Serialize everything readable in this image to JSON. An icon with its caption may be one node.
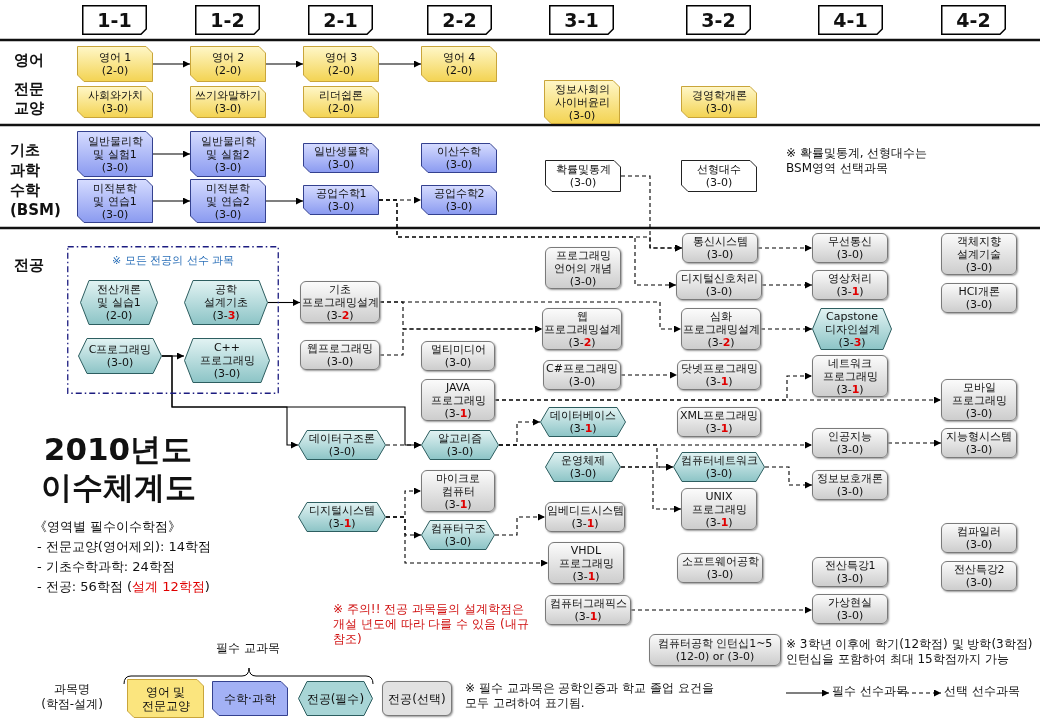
{
  "diagram": {
    "title": "2010년도 이수체계도",
    "nodes": [
      {
        "text": [
          "1-1"
        ]
      },
      {
        "text": [
          "1-2"
        ]
      },
      {
        "text": [
          "2-1"
        ]
      },
      {
        "text": [
          "2-2"
        ]
      },
      {
        "text": [
          "3-1"
        ]
      },
      {
        "text": [
          "3-2"
        ]
      },
      {
        "text": [
          "4-1"
        ]
      },
      {
        "text": [
          "4-2"
        ]
      },
      {
        "text": [
          "영어 1",
          "(2-0)"
        ]
      },
      {
        "text": [
          "영어 2",
          "(2-0)"
        ]
      },
      {
        "text": [
          "영어 3",
          "(2-0)"
        ]
      },
      {
        "text": [
          "영어 4",
          "(2-0)"
        ]
      },
      {
        "text": [
          "사회와가치",
          "(3-0)"
        ]
      },
      {
        "text": [
          "쓰기와말하기",
          "(3-0)"
        ]
      },
      {
        "text": [
          "리더쉽론",
          "(2-0)"
        ]
      },
      {
        "text": [
          "정보사회의 사이버윤리",
          "(3-0)"
        ]
      },
      {
        "text": [
          "경영학개론",
          "(3-0)"
        ]
      },
      {
        "text": [
          "일반물리학 및 실험1",
          "(3-0)"
        ]
      },
      {
        "text": [
          "일반물리학 및 실험2",
          "(3-0)"
        ]
      },
      {
        "text": [
          "일반생물학",
          "(3-0)"
        ]
      },
      {
        "text": [
          "이산수학",
          "(3-0)"
        ]
      },
      {
        "text": [
          "미적분학 및 연습1",
          "(3-0)"
        ]
      },
      {
        "text": [
          "미적분학 및 연습2",
          "(3-0)"
        ]
      },
      {
        "text": [
          "공업수학1",
          "(3-0)"
        ]
      },
      {
        "text": [
          "공업수학2",
          "(3-0)"
        ]
      },
      {
        "text": [
          "확률및통계",
          "(3-0)"
        ]
      },
      {
        "text": [
          "선형대수",
          "(3-0)"
        ]
      },
      {
        "text": [
          "※ 모든 전공의 선수 과목"
        ]
      },
      {
        "text": [
          "전산개론 및 실습1",
          "(2-0)"
        ],
        "in": 27
      },
      {
        "text": [
          "공학 설계기초",
          "(3-**3**)"
        ],
        "in": 27
      },
      {
        "text": [
          "C프로그래밍",
          "(3-0)"
        ],
        "in": 27
      },
      {
        "text": [
          "C++ 프로그래밍",
          "(3-0)"
        ],
        "in": 27
      },
      {
        "text": [
          "기초 프로그래밍설계",
          "(3-**2**)"
        ]
      },
      {
        "text": [
          "웹프로그래밍",
          "(3-0)"
        ]
      },
      {
        "text": [
          "멀티미디어",
          "(3-0)"
        ]
      },
      {
        "text": [
          "JAVA 프로그래밍",
          "(3-**1**)"
        ]
      },
      {
        "text": [
          "데이터구조론",
          "(3-0)"
        ]
      },
      {
        "text": [
          "알고리즘",
          "(3-0)"
        ]
      },
      {
        "text": [
          "마이크로 컴퓨터",
          "(3-**1**)"
        ]
      },
      {
        "text": [
          "디지털시스템",
          "(3-**1**)"
        ]
      },
      {
        "text": [
          "컴퓨터구조",
          "(3-0)"
        ]
      },
      {
        "text": [
          "프로그래밍 언어의 개념",
          "(3-0)"
        ]
      },
      {
        "text": [
          "웹 프로그래밍설계",
          "(3-**2**)"
        ]
      },
      {
        "text": [
          "C#프로그래밍",
          "(3-0)"
        ]
      },
      {
        "text": [
          "데이터베이스",
          "(3-**1**)"
        ]
      },
      {
        "text": [
          "운영체제",
          "(3-0)"
        ]
      },
      {
        "text": [
          "임베디드시스템",
          "(3-**1**)"
        ]
      },
      {
        "text": [
          "VHDL 프로그래밍",
          "(3-**1**)"
        ]
      },
      {
        "text": [
          "컴퓨터그래픽스",
          "(3-**1**)"
        ]
      },
      {
        "text": [
          "통신시스템",
          "(3-0)"
        ]
      },
      {
        "text": [
          "디지털신호처리",
          "(3-0)"
        ]
      },
      {
        "text": [
          "심화 프로그래밍설계",
          "(3-**2**)"
        ]
      },
      {
        "text": [
          "닷넷프로그래밍",
          "(3-**1**)"
        ]
      },
      {
        "text": [
          "XML프로그래밍",
          "(3-**1**)"
        ]
      },
      {
        "text": [
          "컴퓨터네트워크",
          "(3-0)"
        ]
      },
      {
        "text": [
          "UNIX 프로그래밍",
          "(3-**1**)"
        ]
      },
      {
        "text": [
          "소프트웨어공학",
          "(3-0)"
        ]
      },
      {
        "text": [
          "컴퓨터공학 인턴십1~5",
          "(12-0) or (3-0)"
        ],
        "beside": [
          "※ 3학년 이후에 학기(12학점) 및 방학(3학점) 인턴십을 포함하여 최대 15학점까지 가능"
        ]
      },
      {
        "text": [
          "무선통신",
          "(3-0)"
        ]
      },
      {
        "text": [
          "영상처리",
          "(3-**1**)"
        ]
      },
      {
        "text": [
          "Capstone 디자인설계",
          "(3-**3**)"
        ]
      },
      {
        "text": [
          "네트워크 프로그래밍",
          "(3-**1**)"
        ]
      },
      {
        "text": [
          "인공지능",
          "(3-0)"
        ]
      },
      {
        "text": [
          "정보보호개론",
          "(3-0)"
        ]
      },
      {
        "text": [
          "전산특강1",
          "(3-0)"
        ]
      },
      {
        "text": [
          "가상현실",
          "(3-0)"
        ]
      },
      {
        "text": [
          "객체지향 설계기술",
          "(3-0)"
        ]
      },
      {
        "text": [
          "HCI개론",
          "(3-0)"
        ]
      },
      {
        "text": [
          "모바일 프로그래밍",
          "(3-0)"
        ]
      },
      {
        "text": [
          "지능형시스템",
          "(3-0)"
        ]
      },
      {
        "text": [
          "컴파일러",
          "(3-0)"
        ]
      },
      {
        "text": [
          "전산특강2",
          "(3-0)"
        ]
      }
    ],
    "edges": [
      {
        "from": 8,
        "to": 9,
        "arrow": "to"
      },
      {
        "from": 9,
        "to": 10,
        "arrow": "to"
      },
      {
        "from": 10,
        "to": 11,
        "arrow": "to"
      },
      {
        "from": 17,
        "to": 18,
        "arrow": "to"
      },
      {
        "from": 21,
        "to": 22,
        "arrow": "to"
      },
      {
        "from": 22,
        "to": 23,
        "arrow": "to"
      },
      {
        "from": 23,
        "to": 24,
        "arrow": "to",
        "style": "dashed"
      },
      {
        "from": 23,
        "to": 49,
        "arrow": "to",
        "style": "dashed"
      },
      {
        "from": 23,
        "to": 50,
        "arrow": "to",
        "style": "dashed"
      },
      {
        "from": 25,
        "to": 49,
        "arrow": "to",
        "style": "dashed"
      },
      {
        "from": 29,
        "to": 32,
        "arrow": "to"
      },
      {
        "from": 30,
        "to": 31,
        "arrow": "to"
      },
      {
        "from": 30,
        "to": 36,
        "arrow": "to"
      },
      {
        "from": 30,
        "to": 37,
        "arrow": "to"
      },
      {
        "from": 36,
        "to": 37,
        "arrow": "to",
        "style": "dashed"
      },
      {
        "from": 32,
        "to": 42,
        "arrow": "to",
        "style": "dashed"
      },
      {
        "from": 33,
        "to": 42,
        "arrow": "to",
        "style": "dashed"
      },
      {
        "from": 32,
        "to": 51,
        "arrow": "to",
        "style": "dashed"
      },
      {
        "from": 49,
        "to": 58,
        "arrow": "to",
        "style": "dashed"
      },
      {
        "from": 50,
        "to": 59,
        "arrow": "to",
        "style": "dashed"
      },
      {
        "from": 51,
        "to": 60,
        "arrow": "to",
        "style": "dashed"
      },
      {
        "from": 43,
        "to": 52,
        "arrow": "to",
        "style": "dashed"
      },
      {
        "from": 35,
        "to": 61,
        "arrow": "to",
        "style": "dashed"
      },
      {
        "from": 35,
        "to": 68,
        "arrow": "to",
        "style": "dashed"
      },
      {
        "from": 37,
        "to": 44,
        "arrow": "to",
        "style": "dashed"
      },
      {
        "from": 37,
        "to": 62,
        "arrow": "to",
        "style": "dashed"
      },
      {
        "from": 37,
        "to": 54,
        "arrow": "to",
        "style": "dashed"
      },
      {
        "from": 45,
        "to": 54,
        "arrow": "to",
        "style": "dashed"
      },
      {
        "from": 45,
        "to": 55,
        "arrow": "to",
        "style": "dashed"
      },
      {
        "from": 62,
        "to": 69,
        "arrow": "to",
        "style": "dashed"
      },
      {
        "from": 54,
        "to": 63,
        "arrow": "to",
        "style": "dashed"
      },
      {
        "from": 39,
        "to": 38,
        "arrow": "to",
        "style": "dashed"
      },
      {
        "from": 39,
        "to": 40,
        "arrow": "to",
        "style": "dashed"
      },
      {
        "from": 39,
        "to": 47,
        "arrow": "to",
        "style": "dashed"
      },
      {
        "from": 40,
        "to": 46,
        "arrow": "to",
        "style": "dashed"
      },
      {
        "from": 48,
        "to": 65,
        "arrow": "to",
        "style": "dashed"
      }
    ],
    "labels": [
      "영어",
      "전문 교양",
      "기초 과학 수학 (BSM)",
      "전공",
      "※ 확률및통계, 선형대수는 BSM영역 선택과목",
      "《영역별 필수이수학점》",
      "- 전문교양(영어제외): 14학점",
      "- 기초수학과학: 24학점",
      "- 전공: 56학점 (**설계 12학점**)",
      "※ 주의!! 전공 과목들의 설계학점은 개설 년도에 따라 다를 수 있음 (내규 참조)",
      "필수 교과목",
      "과목명 (학점-설계)",
      "※ 필수 교과목은 공학인증과 학교 졸업 요건을 모두 고려하여 표기됨."
    ],
    "legend": [
      {
        "text": "영어 및 전문교양",
        "color": "#fbe57e"
      },
      {
        "text": "수학·과학",
        "color": "#a3b1f5"
      },
      {
        "text": "전공(필수)",
        "color": "#a8d5d6"
      },
      {
        "text": "전공(선택)",
        "color": "#e2e2e2"
      },
      {
        "text": "필수 선수과목"
      },
      {
        "text": "선택 선수과목"
      }
    ]
  }
}
